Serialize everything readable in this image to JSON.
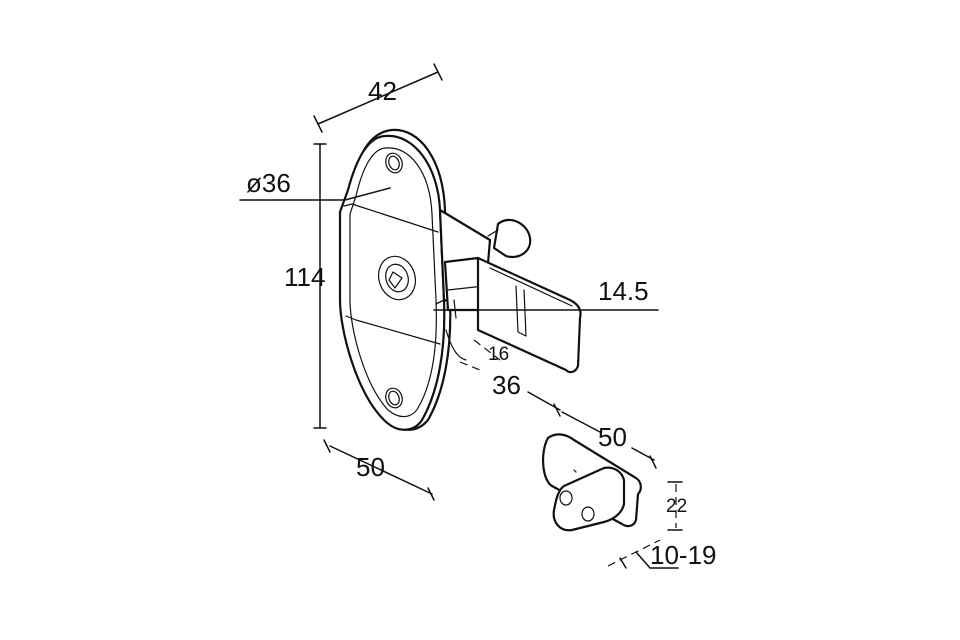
{
  "dimensions": {
    "width_top": "42",
    "diameter": "ø36",
    "height": "114",
    "offset": "14.5",
    "gap": "16",
    "depth": "36",
    "base_width": "50",
    "keeper_length": "50",
    "keeper_height": "22",
    "thickness_range": "10-19"
  },
  "colors": {
    "line": "#111111",
    "background": "#ffffff"
  }
}
